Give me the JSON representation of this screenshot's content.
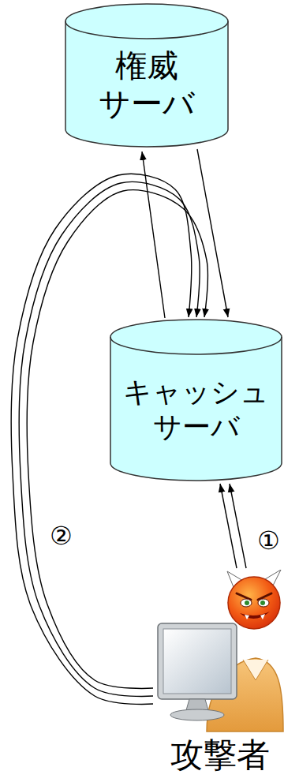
{
  "diagram": {
    "nodes": [
      {
        "text": [
          "権威 サーバ"
        ]
      },
      {
        "text": [
          "キャッシュ サーバ"
        ]
      },
      {
        "text": [
          "攻撃者"
        ]
      }
    ],
    "edges": [
      {
        "from": 1,
        "to": 0,
        "arrow": "to"
      },
      {
        "from": 0,
        "to": 1,
        "arrow": "to"
      },
      {
        "from": 2,
        "to": 1,
        "arrow": "to"
      },
      {
        "from": 2,
        "to": 1,
        "arrow": "to"
      },
      {
        "from": 2,
        "to": 1,
        "arrow": "to"
      },
      {
        "from": 2,
        "to": 1,
        "arrow": "to"
      },
      {
        "from": 2,
        "to": 1,
        "arrow": "to"
      }
    ],
    "labels": [
      "①",
      "②"
    ]
  }
}
